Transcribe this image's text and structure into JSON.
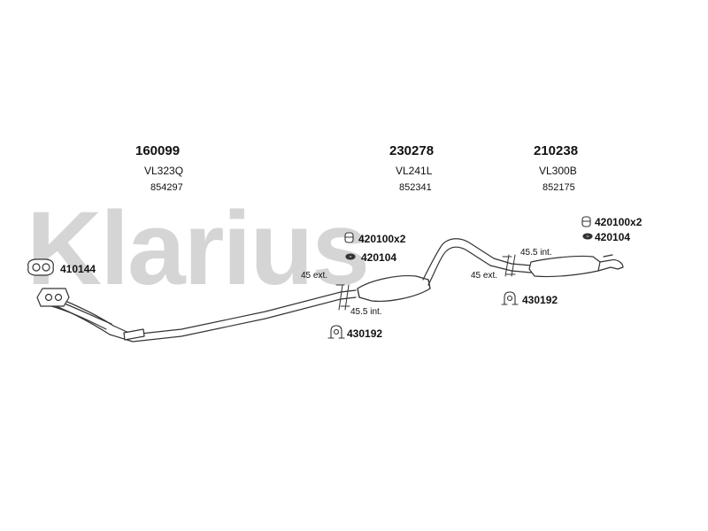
{
  "watermark": "Klarius",
  "sections": [
    {
      "part_number": "160099",
      "code": "VL323Q",
      "sub_code": "854297"
    },
    {
      "part_number": "230278",
      "code": "VL241L",
      "sub_code": "852341"
    },
    {
      "part_number": "210238",
      "code": "VL300B",
      "sub_code": "852175"
    }
  ],
  "fittings": [
    {
      "label": "410144",
      "icon": "gasket-icon"
    },
    {
      "label": "420100x2",
      "icon": "rubber-hanger-icon"
    },
    {
      "label": "420104",
      "icon": "rubber-ring-icon"
    },
    {
      "label": "430192",
      "icon": "clamp-icon"
    },
    {
      "label": "420100x2",
      "icon": "rubber-hanger-icon"
    },
    {
      "label": "420104",
      "icon": "rubber-ring-icon"
    },
    {
      "label": "430192",
      "icon": "clamp-icon"
    }
  ],
  "dimensions": [
    {
      "text": "45 ext."
    },
    {
      "text": "45.5 int."
    },
    {
      "text": "45 ext."
    },
    {
      "text": "45.5 int."
    }
  ],
  "colors": {
    "line": "#333333",
    "watermark": "#d5d5d5",
    "text": "#111111"
  }
}
